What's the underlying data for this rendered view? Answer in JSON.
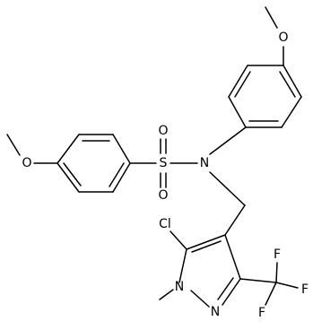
{
  "atoms": {
    "sulfur": "S",
    "sulfonyl_oxygen_top": "O",
    "sulfonyl_oxygen_bottom": "O",
    "sulfonamide_nitrogen": "N",
    "methoxy_oxygen_left": "O",
    "methoxy_oxygen_right": "O",
    "chlorine": "Cl",
    "pyrazole_nitrogen_1": "N",
    "pyrazole_nitrogen_2": "N",
    "fluorine_top": "F",
    "fluorine_right": "F",
    "fluorine_bottom": "F"
  }
}
